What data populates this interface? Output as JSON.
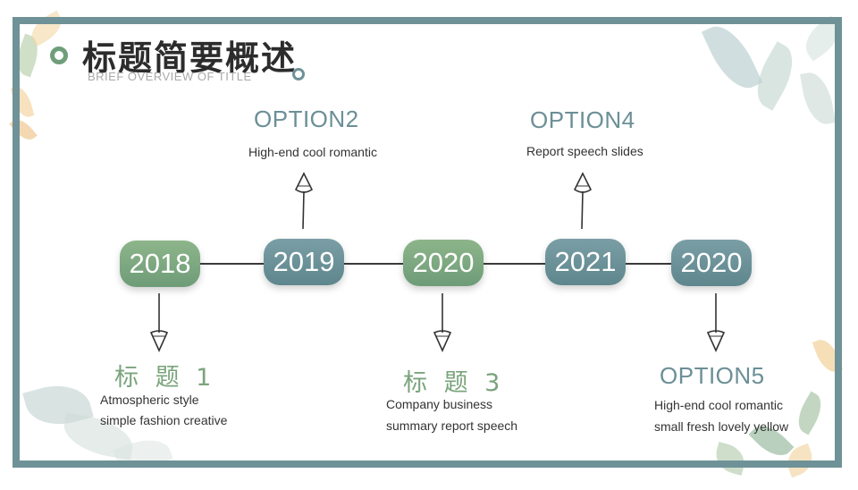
{
  "header": {
    "title": "标题简要概述",
    "subtitle": "BRIEF OVERVIEW OF TITLE"
  },
  "timeline": {
    "years": [
      "2018",
      "2019",
      "2020",
      "2021",
      "2020"
    ],
    "items": [
      {
        "heading": "标 题 1",
        "lines": [
          "Atmospheric style",
          "simple fashion creative"
        ]
      },
      {
        "heading": "OPTION2",
        "lines": [
          "High-end cool romantic"
        ]
      },
      {
        "heading": "标 题 3",
        "lines": [
          "Company business",
          "summary report speech"
        ]
      },
      {
        "heading": "OPTION4",
        "lines": [
          "Report speech slides"
        ]
      },
      {
        "heading": "OPTION5",
        "lines": [
          "High-end cool romantic",
          "small fresh lovely yellow"
        ]
      }
    ]
  },
  "colors": {
    "frame": "#6e9297",
    "green_accent": "#7aa47c",
    "blue_accent": "#6b8f96"
  }
}
